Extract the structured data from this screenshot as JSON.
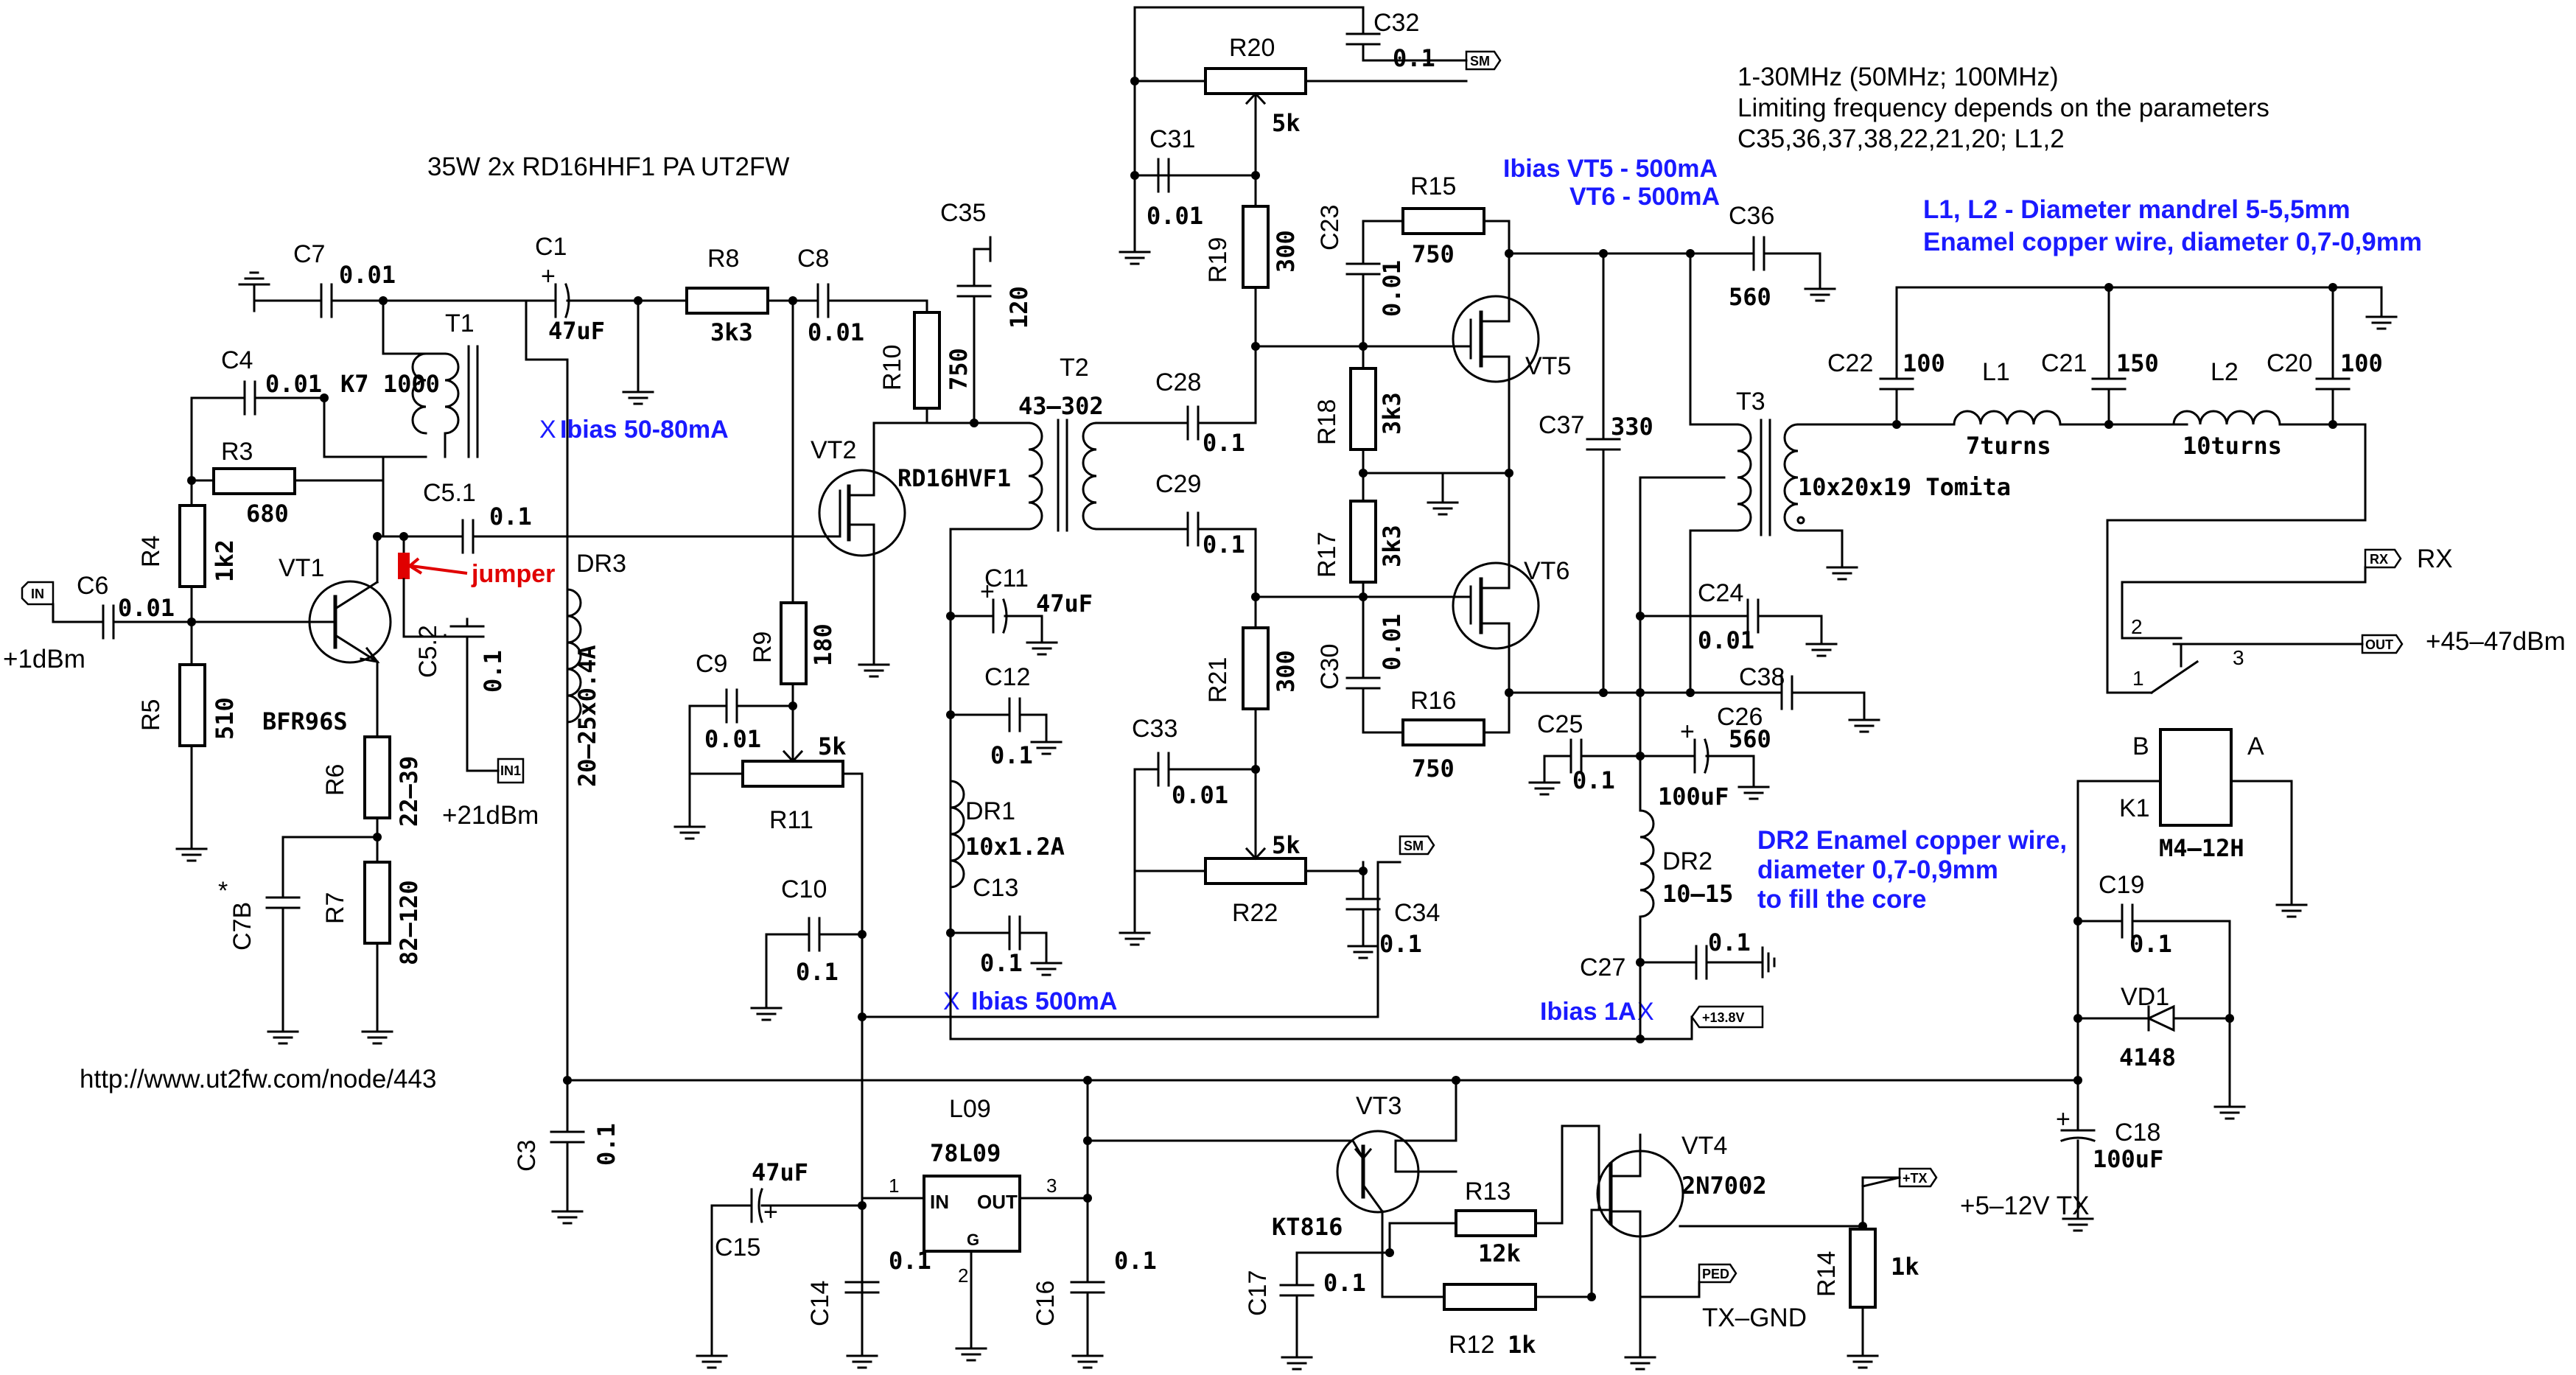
{
  "texts": {
    "title": "35W 2x RD16HHF1 PA UT2FW",
    "url": "http://www.ut2fw.com/node/443",
    "freq1": "1-30MHz (50MHz; 100MHz)",
    "freq2": "Limiting frequency depends on the parameters",
    "freq3": "C35,36,37,38,22,21,20; L1,2",
    "coil1": "L1, L2 - Diameter mandrel 5-5,5mm",
    "coil2": "Enamel copper wire, diameter 0,7-0,9mm",
    "dr2_1": "DR2 Enamel copper wire,",
    "dr2_2": "diameter 0,7-0,9mm",
    "dr2_3": "to fill the core",
    "ibias_vt5": "Ibias VT5 - 500mA",
    "ibias_vt6": "VT6 - 500mA",
    "ibias_vt1": "Ibias 50-80mA",
    "ibias_vt2": "Ibias 500mA",
    "ibias_1a": "Ibias 1A",
    "jumper": "jumper",
    "x": "X",
    "in_level": "+1dBm",
    "in1_level": "+21dBm",
    "out_level": "+45–47dBm",
    "rx": "RX",
    "tx": "+5–12V TX",
    "txgnd": "TX–GND",
    "asterisk": "*"
  },
  "ports": {
    "in": "IN",
    "in1": "IN1",
    "sm": "SM",
    "rx": "RX",
    "out": "OUT",
    "v138": "+13.8V",
    "tx": "+TX",
    "ped": "PED"
  },
  "components": {
    "R3": {
      "ref": "R3",
      "val": "680"
    },
    "R4": {
      "ref": "R4",
      "val": "1k2"
    },
    "R5": {
      "ref": "R5",
      "val": "510"
    },
    "R6": {
      "ref": "R6",
      "val": "22–39"
    },
    "R7": {
      "ref": "R7",
      "val": "82–120"
    },
    "R8": {
      "ref": "R8",
      "val": "3k3"
    },
    "R9": {
      "ref": "R9",
      "val": "180"
    },
    "R10": {
      "ref": "R10",
      "val": "750"
    },
    "R11": {
      "ref": "R11",
      "val": "5k"
    },
    "R12": {
      "ref": "R12",
      "val": "1k"
    },
    "R13": {
      "ref": "R13",
      "val": "12k"
    },
    "R14": {
      "ref": "R14",
      "val": "1k"
    },
    "R15": {
      "ref": "R15",
      "val": "750"
    },
    "R16": {
      "ref": "R16",
      "val": "750"
    },
    "R17": {
      "ref": "R17",
      "val": "3k3"
    },
    "R18": {
      "ref": "R18",
      "val": "3k3"
    },
    "R19": {
      "ref": "R19",
      "val": "300"
    },
    "R20": {
      "ref": "R20",
      "val": "5k"
    },
    "R21": {
      "ref": "R21",
      "val": "300"
    },
    "R22": {
      "ref": "R22",
      "val": "5k"
    },
    "C1": {
      "ref": "C1",
      "val": "47uF"
    },
    "C3": {
      "ref": "C3",
      "val": "0.1"
    },
    "C4": {
      "ref": "C4",
      "val": "0.01"
    },
    "C51": {
      "ref": "C5.1",
      "val": "0.1"
    },
    "C52": {
      "ref": "C5.2",
      "val": "0.1"
    },
    "C6": {
      "ref": "C6",
      "val": "0.01"
    },
    "C7": {
      "ref": "C7",
      "val": "0.01"
    },
    "C7B": {
      "ref": "C7B",
      "val": ""
    },
    "C8": {
      "ref": "C8",
      "val": "0.01"
    },
    "C9": {
      "ref": "C9",
      "val": "0.01"
    },
    "C10": {
      "ref": "C10",
      "val": "0.1"
    },
    "C11": {
      "ref": "C11",
      "val": "47uF"
    },
    "C12": {
      "ref": "C12",
      "val": "0.1"
    },
    "C13": {
      "ref": "C13",
      "val": "0.1"
    },
    "C14": {
      "ref": "C14",
      "val": "0.1"
    },
    "C15": {
      "ref": "C15",
      "val": "47uF"
    },
    "C16": {
      "ref": "C16",
      "val": "0.1"
    },
    "C17": {
      "ref": "C17",
      "val": "0.1"
    },
    "C18": {
      "ref": "C18",
      "val": "100uF"
    },
    "C19": {
      "ref": "C19",
      "val": "0.1"
    },
    "C20": {
      "ref": "C20",
      "val": "100"
    },
    "C21": {
      "ref": "C21",
      "val": "150"
    },
    "C22": {
      "ref": "C22",
      "val": "100"
    },
    "C23": {
      "ref": "C23",
      "val": "0.01"
    },
    "C24": {
      "ref": "C24",
      "val": "0.01"
    },
    "C25": {
      "ref": "C25",
      "val": "0.1"
    },
    "C26": {
      "ref": "C26",
      "val": "100uF"
    },
    "C27": {
      "ref": "C27",
      "val": "0.1"
    },
    "C28": {
      "ref": "C28",
      "val": "0.1"
    },
    "C29": {
      "ref": "C29",
      "val": "0.1"
    },
    "C30": {
      "ref": "C30",
      "val": "0.01"
    },
    "C31": {
      "ref": "C31",
      "val": "0.01"
    },
    "C32": {
      "ref": "C32",
      "val": "0.1"
    },
    "C33": {
      "ref": "C33",
      "val": "0.01"
    },
    "C34": {
      "ref": "C34",
      "val": "0.1"
    },
    "C35": {
      "ref": "C35",
      "val": "120"
    },
    "C36": {
      "ref": "C36",
      "val": "560"
    },
    "C37": {
      "ref": "C37",
      "val": "330"
    },
    "C38": {
      "ref": "C38",
      "val": "560"
    },
    "L1": {
      "ref": "L1",
      "val": "7turns"
    },
    "L2": {
      "ref": "L2",
      "val": "10turns"
    },
    "T1": {
      "ref": "T1",
      "val": "K7 1000"
    },
    "T2": {
      "ref": "T2",
      "val": "43–302"
    },
    "T3": {
      "ref": "T3",
      "val": "10x20x19 Tomita"
    },
    "DR1": {
      "ref": "DR1",
      "val": "10x1.2A"
    },
    "DR2": {
      "ref": "DR2",
      "val": "10–15"
    },
    "DR3": {
      "ref": "DR3",
      "val": "20–25x0.4A"
    },
    "VT1": {
      "ref": "VT1",
      "val": "BFR96S"
    },
    "VT2": {
      "ref": "VT2",
      "val": "RD16HVF1"
    },
    "VT3": {
      "ref": "VT3",
      "val": "KT816"
    },
    "VT4": {
      "ref": "VT4",
      "val": "2N7002"
    },
    "VT5": {
      "ref": "VT5",
      "val": ""
    },
    "VT6": {
      "ref": "VT6",
      "val": ""
    },
    "VD1": {
      "ref": "VD1",
      "val": "4148"
    },
    "K1": {
      "ref": "K1",
      "val": "M4–12H"
    },
    "L09": {
      "ref": "L09",
      "val": "78L09"
    }
  },
  "reg": {
    "in": "IN",
    "out": "OUT",
    "g": "G",
    "p1": "1",
    "p2": "2",
    "p3": "3"
  },
  "relay": {
    "a": "A",
    "b": "B",
    "p1": "1",
    "p2": "2",
    "p3": "3"
  }
}
